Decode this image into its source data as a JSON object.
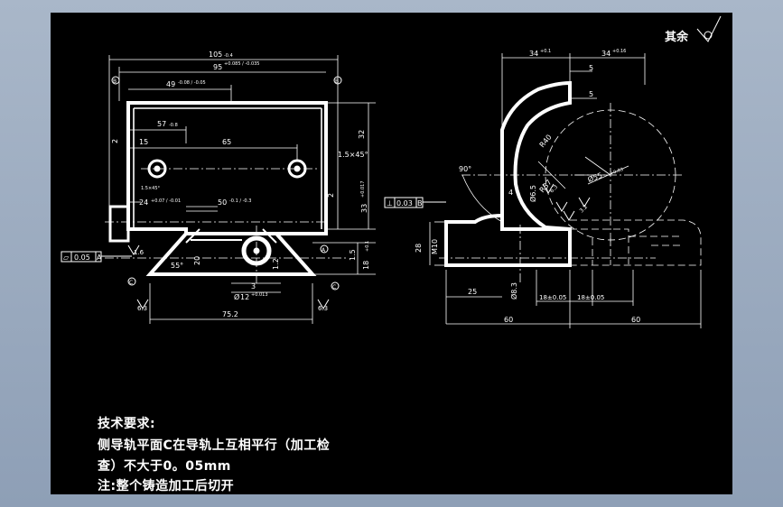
{
  "surface_finish_note": "其余",
  "front_view": {
    "dims": {
      "overall_width": "105",
      "overall_width_tol": "-0.4",
      "inner_width": "95",
      "inner_width_tol": "+0.085 / -0.035",
      "half_width": "49",
      "half_width_tol": "-0.08 / -0.05",
      "dist_57": "57",
      "dist_57_tol": "-0.8",
      "dist_15": "15",
      "dist_65": "65",
      "dist_24": "24",
      "dist_24_tol": "+0.07 / -0.01",
      "dist_50": "50",
      "dist_50_tol": "-0.1 / -0.3",
      "dist_32": "32",
      "dist_33": "33",
      "dist_33_tol": "+0.017",
      "dist_2_left": "2",
      "dist_2_right": "2",
      "chamfer": "1.5×45°",
      "hole_note": "1.5×45°",
      "angle_55": "55°",
      "dist_20": "20",
      "dist_1_2": "1.2",
      "dist_3": "3",
      "dist_12_tol": "+0.013",
      "bore_dia": "12",
      "bore_prefix": "Ø",
      "base_width": "75.2",
      "dist_15_right": "1.5",
      "dist_18": "18",
      "dist_18_tol": "+0.1",
      "gdt_symbol": "▱",
      "gdt_value": "0.05",
      "gdt_datum": "A",
      "datum_b": "B",
      "datum_a": "A",
      "datum_c": "C",
      "finish_1_6": "1.6",
      "finish_6_3": "6.3"
    }
  },
  "side_view": {
    "dims": {
      "dist_34_left": "34",
      "dist_34_left_tol": "+0.1",
      "dist_34_right": "34",
      "dist_34_right_tol": "+0.16",
      "dist_5_top": "5",
      "dist_5_mid": "5",
      "radius_40": "R40",
      "radius_37": "R37",
      "dia_55": "Ø55",
      "dia_55_tol": "+0.03",
      "dia_6_5": "Ø6.5",
      "dist_4": "4",
      "angle_90": "90°",
      "dist_28": "28",
      "thread_m10": "M10",
      "dist_25": "25",
      "dia_8_3": "Ø8.3",
      "dist_18_a": "18±0.05",
      "dist_18_b": "18±0.05",
      "dist_60_left": "60",
      "dist_60_right": "60",
      "gdt_symbol": "⊥",
      "gdt_value": "0.03",
      "gdt_datum": "B",
      "finish_6_3": "6.3",
      "finish_3_2": "3.2"
    }
  },
  "tech_requirements": {
    "title": "技术要求:",
    "line1": "侧导轨平面C在导轨上互相平行（加工检",
    "line2": "查）不大于0。05mm",
    "line3": "注:整个铸造加工后切开"
  }
}
